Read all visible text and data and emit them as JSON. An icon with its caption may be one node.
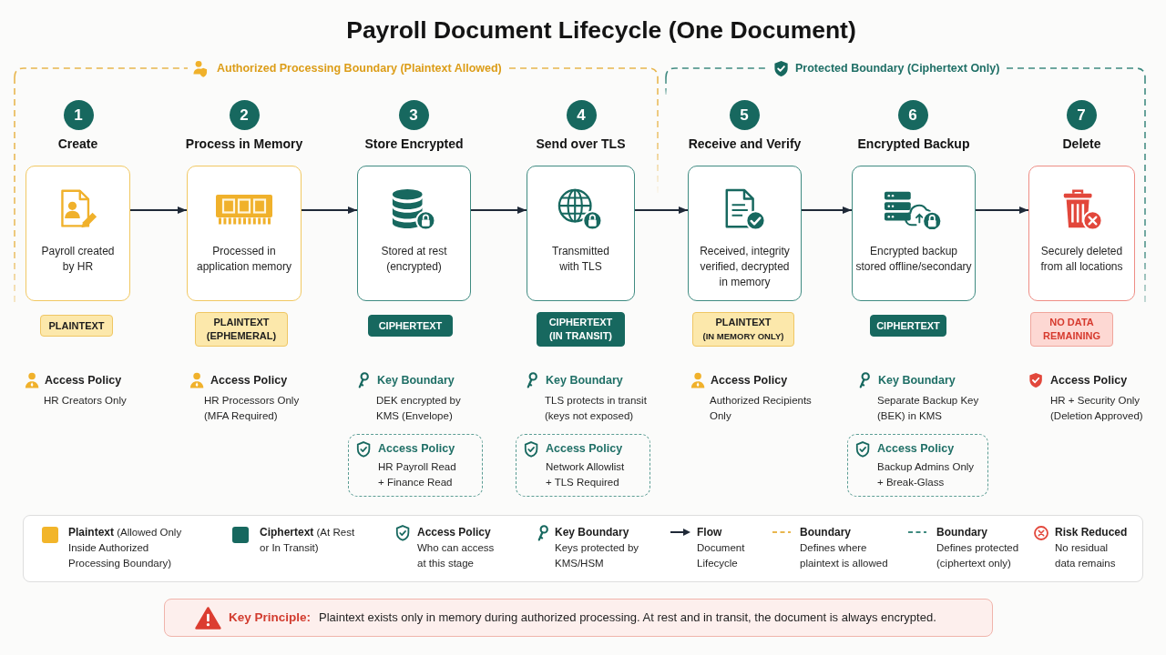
{
  "diagram": {
    "title": "Payroll Document Lifecycle (One Document)",
    "nodes": [
      {
        "text": [
          "Authorized Processing Boundary (Plaintext Allowed)"
        ]
      },
      {
        "text": [
          "1"
        ],
        "in": 0
      },
      {
        "text": [
          "Create",
          "Payroll created by HR"
        ],
        "in": 0
      },
      {
        "text": [
          "2"
        ],
        "in": 0
      },
      {
        "text": [
          "Process in Memory",
          "Processed in application memory"
        ],
        "in": 0
      },
      {
        "text": [
          "3"
        ],
        "in": 0
      },
      {
        "text": [
          "Store Encrypted",
          "Stored at rest (encrypted)"
        ],
        "in": 0
      },
      {
        "text": [
          "4"
        ],
        "in": 0
      },
      {
        "text": [
          "Send over TLS",
          "Transmitted with TLS"
        ],
        "in": 0
      },
      {
        "text": [
          "Protected Boundary (Ciphertext Only)"
        ]
      },
      {
        "text": [
          "5"
        ],
        "in": 9
      },
      {
        "text": [
          "Receive and Verify",
          "Received, integrity verified, decrypted in memory"
        ],
        "in": 9
      },
      {
        "text": [
          "6"
        ],
        "in": 9
      },
      {
        "text": [
          "Encrypted Backup",
          "Encrypted backup stored offline/secondary"
        ],
        "in": 9
      },
      {
        "text": [
          "7"
        ],
        "in": 9
      },
      {
        "text": [
          "Delete",
          "Securely deleted from all locations"
        ],
        "in": 9
      },
      {
        "text": [
          "PLAINTEXT"
        ]
      },
      {
        "text": [
          "PLAINTEXT (EPHEMERAL)"
        ]
      },
      {
        "text": [
          "CIPHERTEXT"
        ]
      },
      {
        "text": [
          "CIPHERTEXT (IN TRANSIT)"
        ]
      },
      {
        "text": [
          "PLAINTEXT (IN MEMORY ONLY)"
        ]
      },
      {
        "text": [
          "CIPHERTEXT"
        ]
      },
      {
        "text": [
          "NO DATA REMAINING"
        ]
      },
      {
        "text": [
          "Access Policy",
          "HR Payroll Read + Finance Read"
        ]
      },
      {
        "text": [
          "Access Policy",
          "Network Allowlist + TLS Required"
        ]
      },
      {
        "text": [
          "Access Policy",
          "Backup Admins Only + Break-Glass"
        ]
      },
      {
        "text": [
          "Key Principle:",
          "Plaintext exists only in memory during authorized processing. At rest and in transit, the document is always encrypted."
        ]
      }
    ],
    "edges": [
      {
        "from": 2,
        "to": 4,
        "arrow": "to"
      },
      {
        "from": 4,
        "to": 6,
        "arrow": "to"
      },
      {
        "from": 6,
        "to": 8,
        "arrow": "to"
      },
      {
        "from": 8,
        "to": 11,
        "arrow": "to"
      },
      {
        "from": 11,
        "to": 13,
        "arrow": "to"
      },
      {
        "from": 13,
        "to": 15,
        "arrow": "to"
      }
    ],
    "labels": [
      "Access Policy",
      "HR Creators Only",
      "Access Policy",
      "HR Processors Only (MFA Required)",
      "Key Boundary",
      "DEK encrypted by KMS (Envelope)",
      "Key Boundary",
      "TLS protects in transit (keys not exposed)",
      "Access Policy",
      "Authorized Recipients Only",
      "Key Boundary",
      "Separate Backup Key (BEK) in KMS",
      "Access Policy",
      "HR + Security Only (Deletion Approved)"
    ],
    "legend": [
      {
        "text": "**Plaintext** (Allowed Only Inside Authorized Processing Boundary)",
        "color": "#f2b52a"
      },
      {
        "text": "**Ciphertext** (At Rest or In Transit)",
        "color": "#17685f"
      },
      {
        "text": "**Access Policy** Who can access at this stage"
      },
      {
        "text": "**Key Boundary** Keys protected by KMS/HSM"
      },
      {
        "text": "**Flow** Document Lifecycle"
      },
      {
        "text": "**Boundary** Defines where plaintext is allowed"
      },
      {
        "text": "**Boundary** Defines protected (ciphertext only)"
      },
      {
        "text": "**Risk Reduced** No residual data remains"
      }
    ]
  }
}
